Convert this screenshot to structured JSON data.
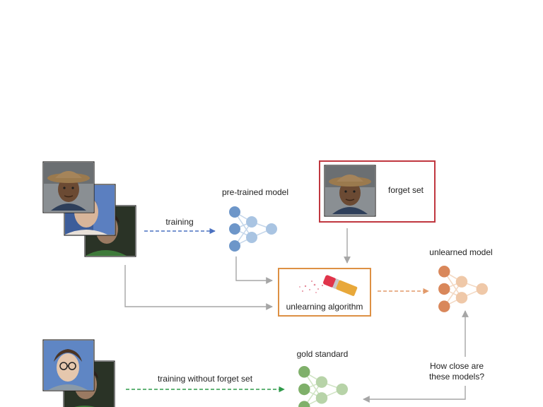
{
  "labels": {
    "pretrained": "pre-trained model",
    "training": "training",
    "forget_set": "forget set",
    "unlearning_algorithm": "unlearning algorithm",
    "unlearned_model": "unlearned model",
    "gold_standard": "gold standard",
    "training_without_forget": "training without forget set",
    "question_line1": "How close are",
    "question_line2": "these models?"
  },
  "colors": {
    "blue_model": "#a9c4e2",
    "blue_model_dark": "#6d96c9",
    "orange_model": "#efc8a8",
    "orange_model_dark": "#d9875a",
    "green_model": "#b7d3a8",
    "green_model_dark": "#7fb06a",
    "forget_box": "#c0373f",
    "unlearn_box": "#dd9044",
    "blue_arrow": "#4a70c0",
    "orange_arrow": "#e29a6a",
    "green_arrow": "#2f9a4a",
    "grey_arrow": "#a6a6a6"
  },
  "icons": {
    "photo": "face-photo-icon",
    "eraser": "eraser-icon",
    "network": "neural-network-icon"
  }
}
